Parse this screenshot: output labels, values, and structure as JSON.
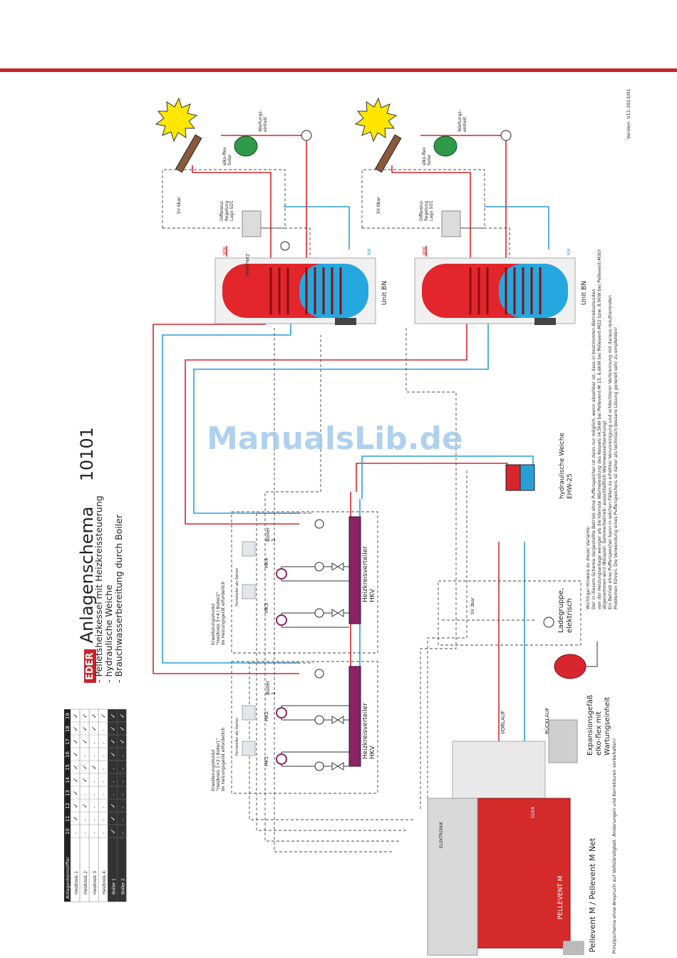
{
  "header": {
    "brand": "EDER",
    "title": "Anlagenschema",
    "number": "10101",
    "features": [
      "- Pelletsheizkessel mit Heizkreissteuerung",
      "- hydraulische Weiche",
      "- Brauchwasserbereitung durch Boiler"
    ]
  },
  "table": {
    "header_label": "Anlagenkennziffer",
    "columns": [
      "10",
      "11",
      "12",
      "13",
      "14",
      "15",
      "16",
      "17",
      "18",
      "19"
    ],
    "rows": [
      {
        "label": "Heizkreis 1",
        "cells": [
          "-",
          "✓",
          "✓",
          "✓",
          "✓",
          "✓",
          "✓",
          "✓",
          "✓",
          "✓"
        ]
      },
      {
        "label": "Heizkreis 2",
        "cells": [
          "-",
          "-",
          "✓",
          "-",
          "✓",
          "✓",
          "-",
          "✓",
          "✓",
          "✓"
        ]
      },
      {
        "label": "Heizkreis 3",
        "cells": [
          "-",
          "-",
          "-",
          "-",
          "-",
          "✓",
          "-",
          "-",
          "✓",
          "✓"
        ]
      },
      {
        "label": "Heizkreis 4",
        "cells": [
          "-",
          "-",
          "-",
          "-",
          "-",
          "-",
          "-",
          "-",
          "-",
          "✓"
        ]
      },
      {
        "label": "Boiler 1",
        "cells": [
          "✓",
          "✓",
          "✓",
          "-",
          "-",
          "-",
          "✓",
          "✓",
          "✓",
          "✓"
        ]
      },
      {
        "label": "Boiler 2",
        "cells": [
          "-",
          "-",
          "-",
          "-",
          "-",
          "-",
          "-",
          "✓",
          "✓",
          "✓"
        ]
      }
    ]
  },
  "labels": {
    "boiler_name": "Pellevent M / Pellevent M Net",
    "boiler_front": "PELLEVENT M",
    "boiler_brand": "EDER",
    "elektronik": "ELEKTRONIK",
    "vorlauf": "VORLAUF",
    "ruecklauf": "RÜCKLAUF",
    "expansion": [
      "Expansionsgefäß",
      "elko-flex mit",
      "Wartungseinheit"
    ],
    "hkv": [
      "Heizkreisverteiler",
      "HKV"
    ],
    "hk": [
      "HK1",
      "HK2",
      "HK3",
      "HK4"
    ],
    "boiler1": [
      "Boiler",
      "1"
    ],
    "boiler2": [
      "Boiler",
      "2"
    ],
    "erw1": [
      "Erweiterungsmodul",
      "\"Heizkreis 1+2 / Boiler1\"",
      "im Heizungsgerät erforderlich"
    ],
    "erw2": [
      "Erweiterungsmodul",
      "\"Heizkreis 3+4 / Boiler2\"",
      "im Heizungsgerät erforderlich"
    ],
    "fernsteller": "Fernsteller als Option",
    "ladegruppe": [
      "Ladegruppe,",
      "elektrisch"
    ],
    "sv3": "SV 3bar",
    "weiche": [
      "hydraulische Weiche",
      "EHW-25"
    ],
    "unit_bn": "Unit BN",
    "ww": "WW",
    "kw": "KW",
    "zirkulation": "Zirkulation",
    "sv6": "SV 6bar",
    "differenz": [
      "Differenz-",
      "Regelung",
      "Lago SD1"
    ],
    "elko_solar": [
      "elko-flex",
      "Solar"
    ],
    "wartung": [
      "Wartungs-",
      "einheit"
    ],
    "note_title": "Wichtiger Hinweis zu dieser Variante:",
    "note_lines": [
      "Der in diesem Schema dargestellte Betrieb ohne Pufferspeicher ist dann nur möglich, wenn absehbar ist, dass in bestimmten Betriebsstunden",
      "von der Heizungsanlage weniger als die kleinste Wärmeleistung des Kessels (4,5kW bei Pellevent-M 15, 6,6kW bei Pellevent-M22 bzw. 8,9kW bei Pellevent-M30)",
      "abgenommen wird (Beispiel: Sommerbetrieb: ausschließlich Warmwasserbereitung).",
      "Ein Betrieb ohne Pufferspeicher kann in solchen Fällen zu erhöhter Verunreinigung und schlechterer Verbrennung mit daraus resultierenden",
      "Problemen führen. Die Verwendung eines Pufferspeichers ist daher als technisch bessere Lösung generell sehr zu empfehlen!"
    ],
    "footer": "Prinzipschema ohne Anspruch auf Vollständigkeit. Änderungen und Korrekturen vorbehalten!",
    "version": "Version: V11-2013/01",
    "watermark": "ManualsLib.de"
  },
  "colors": {
    "accent_red": "#c8242b",
    "flow_red": "#d7262e",
    "return_blue": "#2a9fd6",
    "tank_red": "#e3262c",
    "tank_blue": "#25a8e0",
    "vessel_green": "#2e9a4a",
    "sun_yellow": "#ffe600",
    "watermark": "#9cc6ea"
  }
}
